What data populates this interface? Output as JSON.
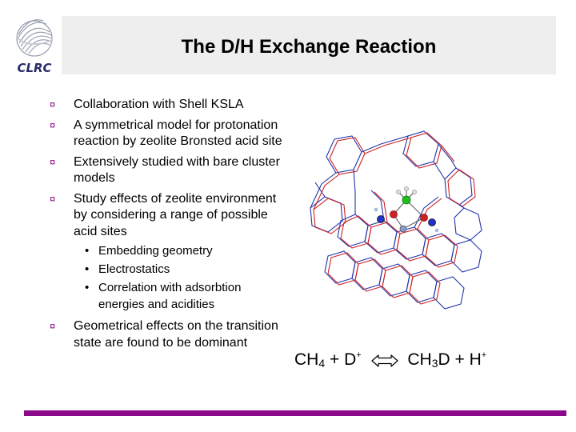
{
  "slide": {
    "title": "The D/H Exchange Reaction",
    "logo_text": "CLRC",
    "bullet_marker": "¤",
    "sub_marker": "•",
    "bullets": [
      {
        "text": "Collaboration with Shell KSLA"
      },
      {
        "text": "A symmetrical model for protonation reaction by zeolite Bronsted acid site"
      },
      {
        "text": "Extensively studied with bare cluster models"
      },
      {
        "text": "Study effects of zeolite environment by considering a range of possible acid sites"
      },
      {
        "text": "Geometrical effects on the transition state are found to be dominant"
      }
    ],
    "sub_bullets": [
      {
        "text": "Embedding geometry"
      },
      {
        "text": "Electrostatics"
      },
      {
        "text": "Correlation with adsorbtion energies and acidities"
      }
    ]
  },
  "equation": {
    "ch": "CH",
    "sub4": "4",
    "plus1": "+ D",
    "sup_plus1": "+",
    "ch3": "CH",
    "sub3": "3",
    "d_plus_h": "D + H",
    "sup_plus2": "+"
  },
  "colors": {
    "accent": "#8b0a8b",
    "header_band": "#eeeeee",
    "molecule_red": "#cc2222",
    "molecule_blue": "#2233aa",
    "atom_green": "#22bb22"
  },
  "icons": {
    "logo": "clrc-swirl-logo",
    "equation_arrow": "double-headed-arrow-icon"
  }
}
